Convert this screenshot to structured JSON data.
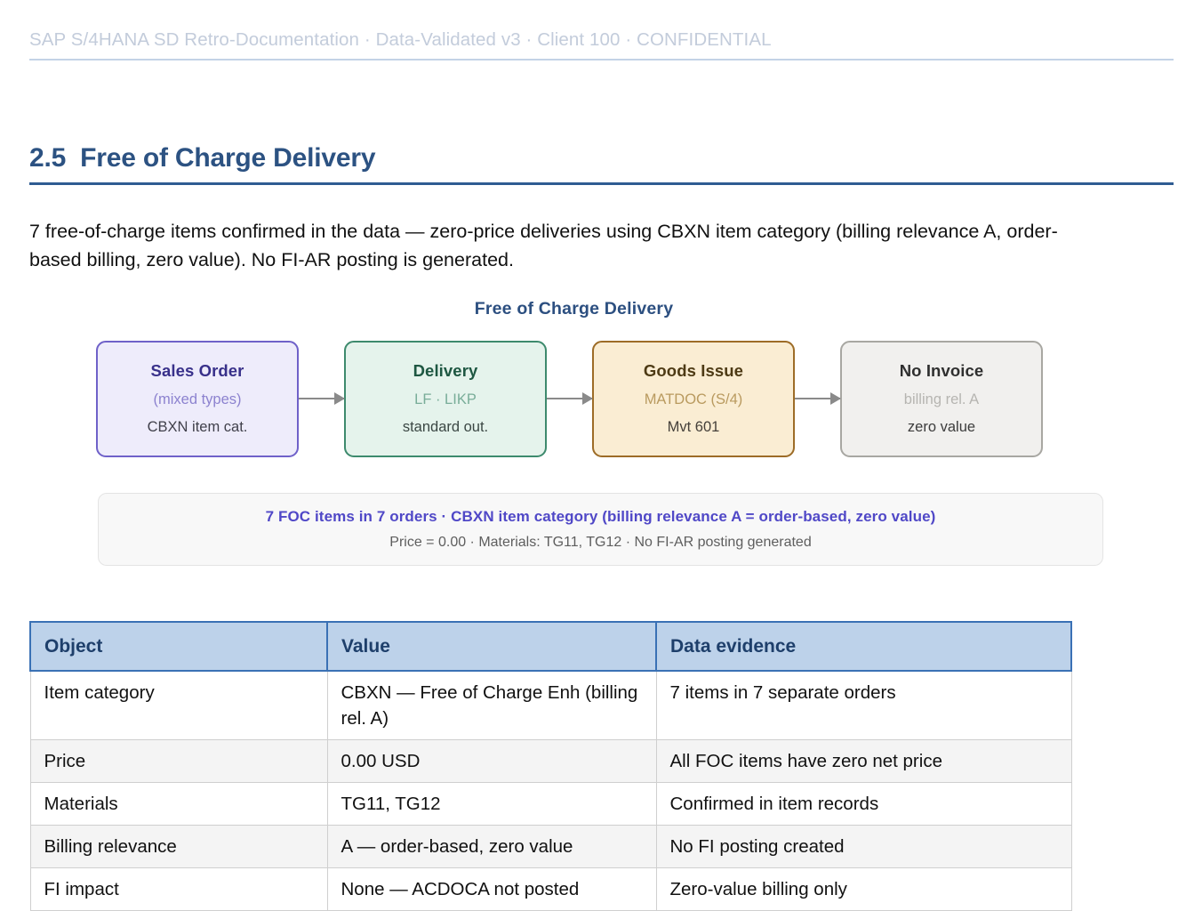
{
  "header": {
    "text": "SAP S/4HANA SD Retro-Documentation · Data-Validated v3 · Client 100 · CONFIDENTIAL"
  },
  "section": {
    "number": "2.5",
    "title": "Free of Charge Delivery"
  },
  "intro": {
    "paragraph": "7 free-of-charge items confirmed in the data — zero-price deliveries using CBXN item category (billing relevance A, order-based billing, zero value). No FI-AR posting is generated."
  },
  "diagram": {
    "title": "Free of Charge Delivery",
    "nodes": [
      {
        "title": "Sales Order",
        "sub1": "(mixed types)",
        "sub2": "CBXN item cat.",
        "accent": "#6f61c9",
        "fill": "#eeecfb"
      },
      {
        "title": "Delivery",
        "sub1": "LF · LIKP",
        "sub2": "standard out.",
        "accent": "#3d8a6d",
        "fill": "#e5f3ec"
      },
      {
        "title": "Goods Issue",
        "sub1": "MATDOC (S/4)",
        "sub2": "Mvt 601",
        "accent": "#9d6c27",
        "fill": "#faedd3"
      },
      {
        "title": "No Invoice",
        "sub1": "billing rel. A",
        "sub2": "zero value",
        "accent": "#a8a7a2",
        "fill": "#f1f0ee"
      }
    ],
    "banner": {
      "line1": "7 FOC items in 7 orders · CBXN item category (billing relevance A = order-based, zero value)",
      "line2": "Price = 0.00 · Materials: TG11, TG12 · No FI-AR posting generated",
      "line1_color": "#5048c7"
    }
  },
  "table": {
    "columns": [
      "Object",
      "Value",
      "Data evidence"
    ],
    "rows": [
      {
        "object": "Item category",
        "value": "CBXN — Free of Charge Enh (billing rel. A)",
        "evidence": "7 items in 7 separate orders"
      },
      {
        "object": "Price",
        "value": "0.00 USD",
        "evidence": "All FOC items have zero net price"
      },
      {
        "object": "Materials",
        "value": "TG11, TG12",
        "evidence": "Confirmed in item records"
      },
      {
        "object": "Billing relevance",
        "value": "A — order-based, zero value",
        "evidence": "No FI posting created"
      },
      {
        "object": "FI impact",
        "value": "None — ACDOCA not posted",
        "evidence": "Zero-value billing only"
      }
    ]
  }
}
